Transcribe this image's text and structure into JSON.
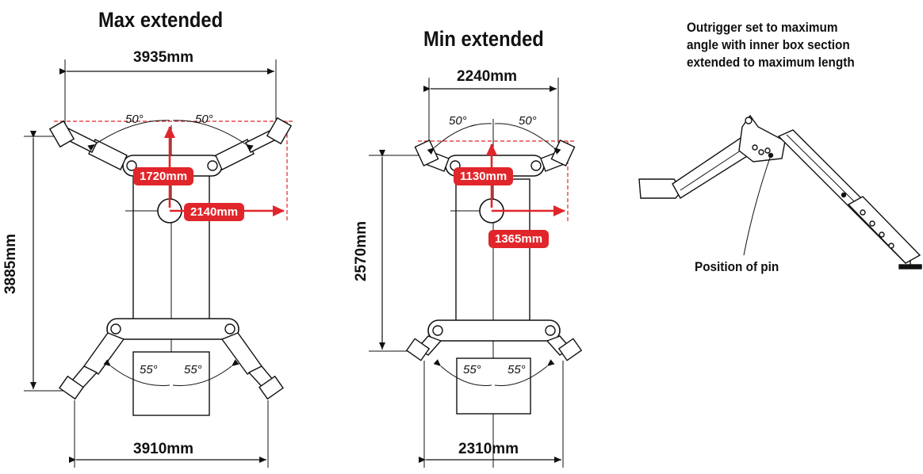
{
  "max": {
    "title": "Max extended",
    "width_top": "3935mm",
    "width_bottom": "3910mm",
    "height": "3885mm",
    "angle_top_left": "50°",
    "angle_top_right": "50°",
    "angle_bottom_left": "55°",
    "angle_bottom_right": "55°",
    "reach_vertical": "1720mm",
    "reach_horizontal": "2140mm"
  },
  "min": {
    "title": "Min extended",
    "width_top": "2240mm",
    "width_bottom": "2310mm",
    "height": "2570mm",
    "angle_top_left": "50°",
    "angle_top_right": "50°",
    "angle_bottom_left": "55°",
    "angle_bottom_right": "55°",
    "reach_vertical": "1130mm",
    "reach_horizontal": "1365mm"
  },
  "detail": {
    "note_lines": [
      "Outrigger set to maximum",
      "angle with inner box section",
      "extended to maximum length"
    ],
    "pin_label": "Position of pin"
  },
  "colors": {
    "accent": "#e0262b",
    "line": "#111111"
  }
}
